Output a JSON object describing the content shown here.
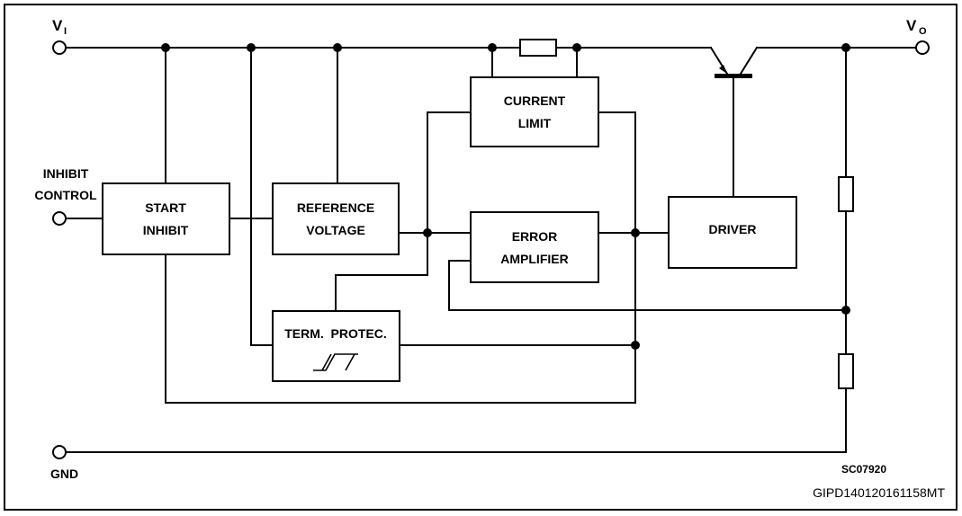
{
  "terminals": {
    "vi_main": "V",
    "vi_sub": "I",
    "vo_main": "V",
    "vo_sub": "O",
    "inhibit_line1": "INHIBIT",
    "inhibit_line2": "CONTROL",
    "gnd": "GND"
  },
  "blocks": {
    "current_limit": [
      "CURRENT",
      "LIMIT"
    ],
    "start_inhibit": [
      "START",
      "INHIBIT"
    ],
    "reference_voltage": [
      "REFERENCE",
      "VOLTAGE"
    ],
    "error_amplifier": [
      "ERROR",
      "AMPLIFIER"
    ],
    "driver": [
      "DRIVER"
    ],
    "term_protec": [
      "TERM.  PROTEC."
    ]
  },
  "codes": {
    "figure_code": "SC07920",
    "document_code": "GIPD140120161158MT"
  }
}
